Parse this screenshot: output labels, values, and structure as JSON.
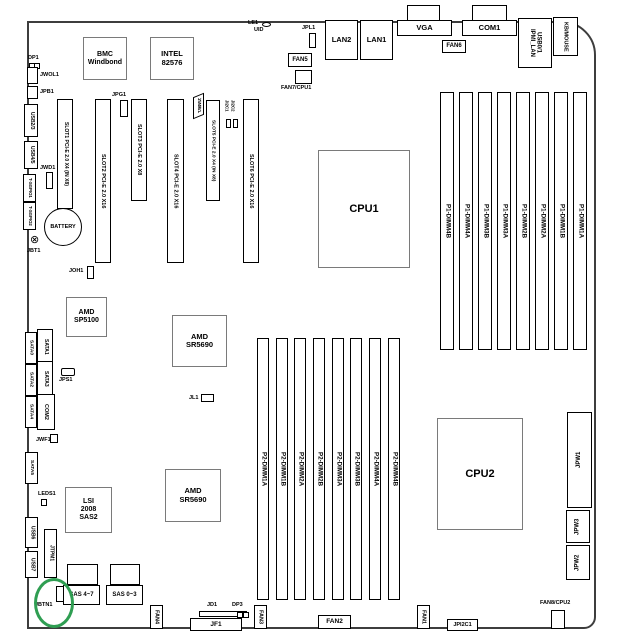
{
  "diagram": {
    "kind": "motherboard-layout"
  },
  "chips": {
    "bmc": "BMC\nWindbond",
    "lan_controller": "INTEL\n82576",
    "cpu1": "CPU1",
    "cpu2": "CPU2",
    "southbridge": "AMD\nSP5100",
    "northbridge1": "AMD\nSR5690",
    "northbridge2": "AMD\nSR5690",
    "sas_controller": "LSI\n2008\nSAS2"
  },
  "slots": [
    {
      "label": "SLOT1 PCI-E 2.0 X4 (IN X8)"
    },
    {
      "label": "SLOT2 PCI-E 2.0 X16"
    },
    {
      "label": "SLOT3 PCI-E 2.0 X8"
    },
    {
      "label": "SLOT4 PCI-E 2.0 X16"
    },
    {
      "label": "SLOT5 PCI-E 2.0 X4 (IN X8)"
    },
    {
      "label": "SLOT6 PCI-E 2.0 X16"
    }
  ],
  "dimms_p1": [
    "P1-DIMM4B",
    "P1-DIMM4A",
    "P1-DIMM3B",
    "P1-DIMM3A",
    "P1-DIMM2B",
    "P1-DIMM2A",
    "P1-DIMM1B",
    "P1-DIMM1A"
  ],
  "dimms_p2": [
    "P2-DIMM1A",
    "P2-DIMM1B",
    "P2-DIMM2A",
    "P2-DIMM2B",
    "P2-DIMM3A",
    "P2-DIMM3B",
    "P2-DIMM4A",
    "P2-DIMM4B"
  ],
  "rear_io": {
    "lan2": "LAN2",
    "lan1": "LAN1",
    "vga": "VGA",
    "com1": "COM1",
    "usb01": "USB0/1\nIPMI_LAN",
    "kb_mouse": "KB/MOUSE"
  },
  "fans": {
    "fan1": "FAN1",
    "fan2": "FAN2",
    "fan3": "FAN3",
    "fan4": "FAN4",
    "fan5": "FAN5",
    "fan6": "FAN6",
    "fan7": "FAN7/CPU1",
    "fan8": "FAN8/CPU2"
  },
  "sata": {
    "sata0": "SATA0",
    "sata1": "SATA1",
    "sata2": "SATA2",
    "sata3": "SATA3",
    "sata4": "SATA4",
    "sata5": "SATA5"
  },
  "sas": {
    "ports_4_7": "SAS 4~7",
    "ports_0_3": "SAS 0~3"
  },
  "serial": {
    "com2": "COM2"
  },
  "usb": {
    "usb23": "USB2/3",
    "usb45": "USB4/5",
    "usb6": "USB6",
    "usb7": "USB7"
  },
  "power": {
    "jpw1": "JPW1",
    "jpw2": "JPW2",
    "jpw3": "JPW3"
  },
  "headers": {
    "dp1": "DP1",
    "jwol1": "JWOL1",
    "jpb1": "JPB1",
    "jwd1": "JWD1",
    "tsgpio1": "T-SGPIO1",
    "tsgpio2": "T-SGPIO2",
    "battery": "BATTERY",
    "jbt1": "JBT1",
    "joh1": "JOH1",
    "jpg1": "JPG1",
    "jsmb1": "JSMB1",
    "ji2c1": "JI2C1",
    "ji2c2": "JI2C2",
    "le1": "LE1",
    "uid": "UID",
    "jpl1": "JPL1",
    "jps1": "JPS1",
    "jwf1": "JWF1",
    "jl1": "JL1",
    "leds1": "LEDS1",
    "jtpm1": "JTPM1",
    "jbtn1": "JBTN1",
    "jd1": "JD1",
    "dp3": "DP3",
    "jf1": "JF1",
    "jpi2c1": "JPI2C1"
  },
  "icons": {
    "jbt1_symbol": "⊗"
  },
  "annotation": {
    "highlight_color": "#2f9e52",
    "highlighted_item": "JBTN1"
  }
}
